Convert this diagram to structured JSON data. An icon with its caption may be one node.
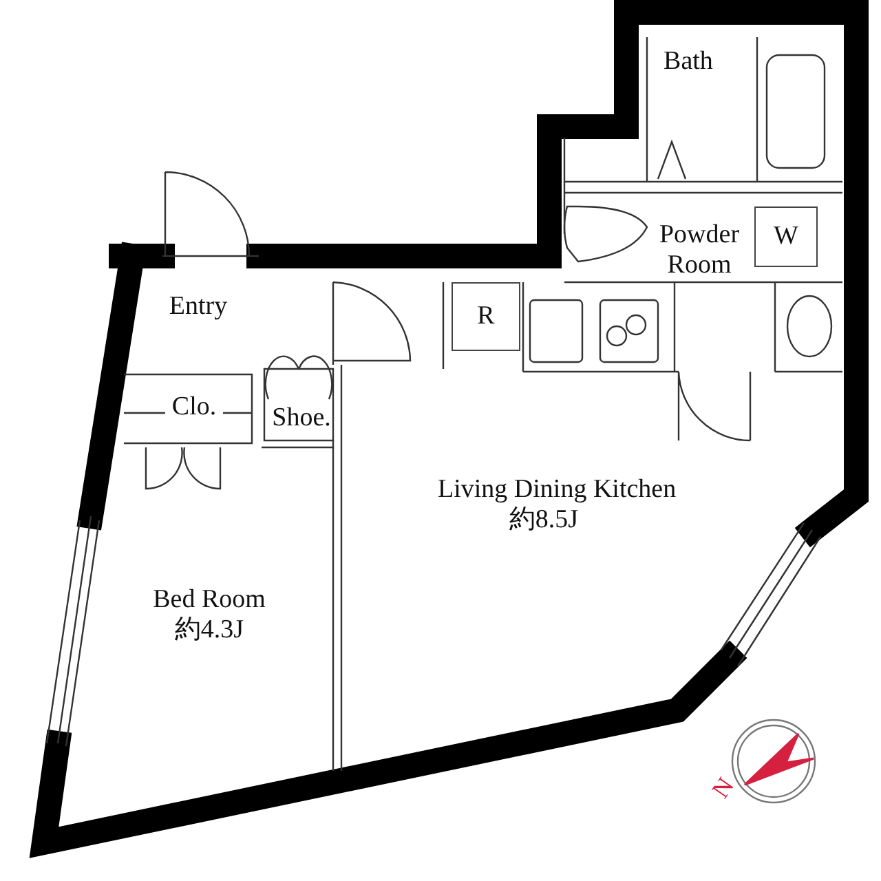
{
  "diagram": {
    "nodes": [
      {
        "text": [
          "Bath"
        ]
      },
      {
        "text": [
          "Powder Room"
        ]
      },
      {
        "text": [
          "W"
        ]
      },
      {
        "text": [
          "R"
        ]
      },
      {
        "text": [
          "Entry"
        ]
      },
      {
        "text": [
          "Clo."
        ]
      },
      {
        "text": [
          "Shoe."
        ]
      },
      {
        "text": [
          "Living Dining Kitchen",
          "約8.5J"
        ]
      },
      {
        "text": [
          "Bed Room",
          "約4.3J"
        ]
      }
    ],
    "labels": [
      "N"
    ]
  }
}
